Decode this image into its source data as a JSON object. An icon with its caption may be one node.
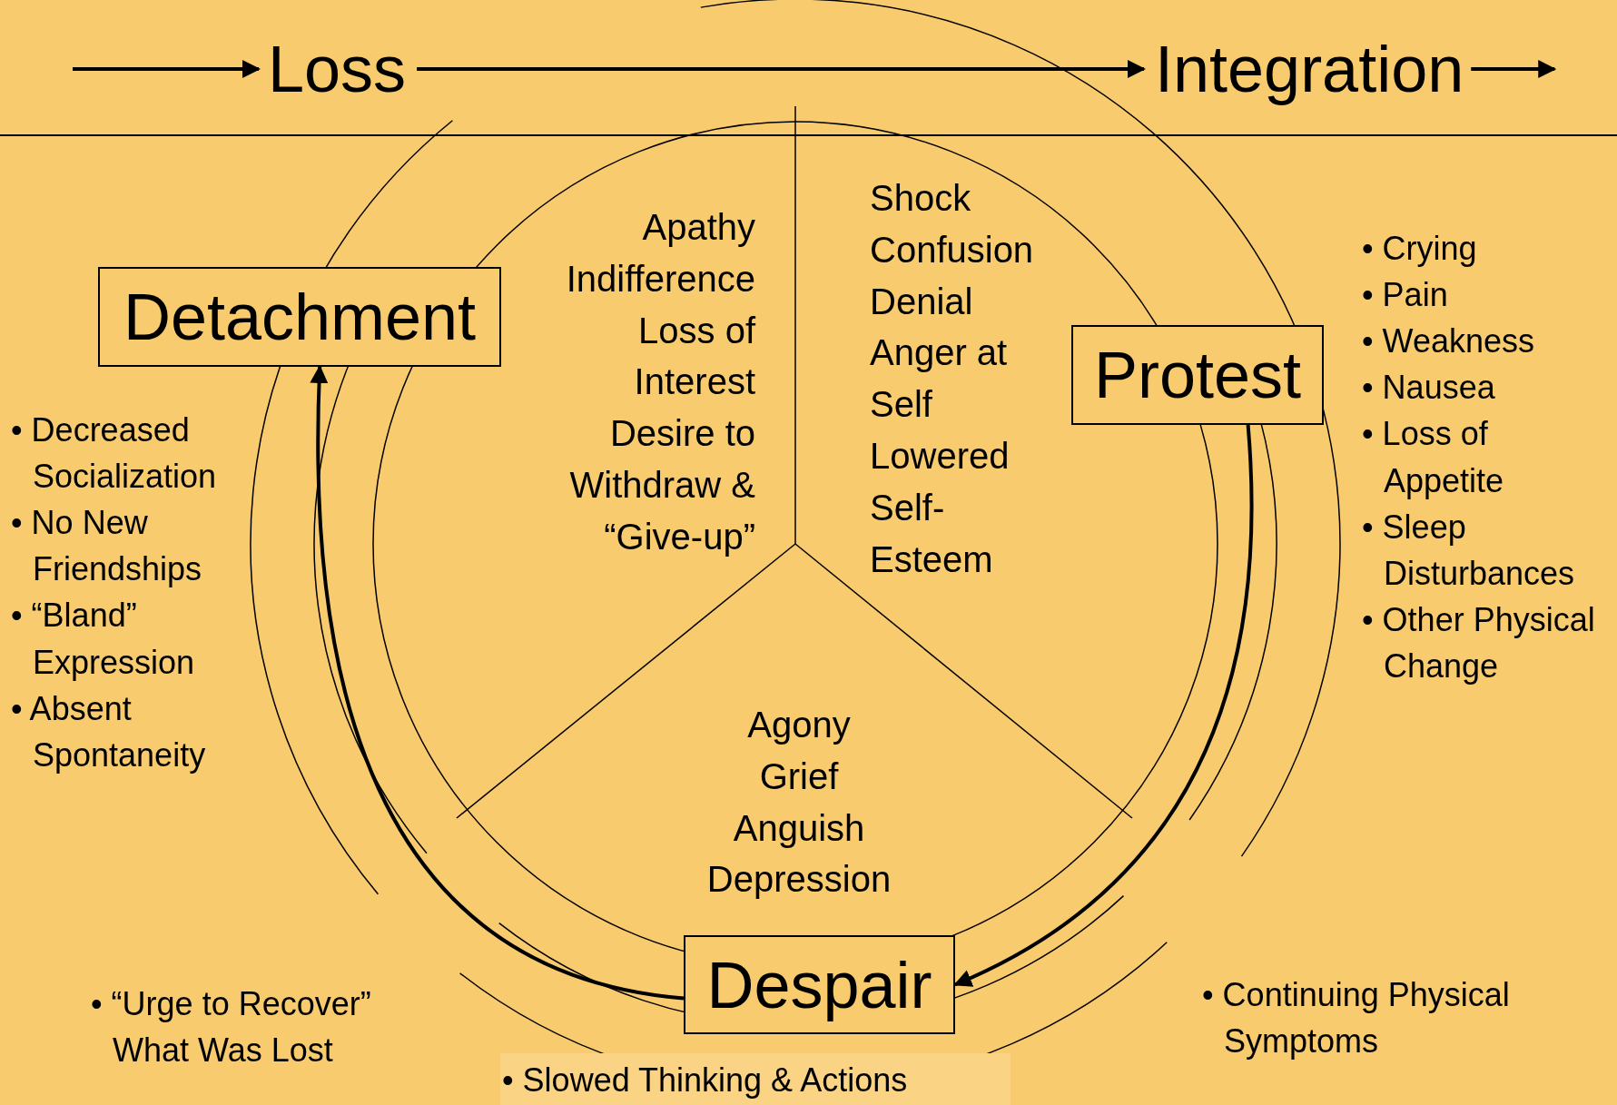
{
  "diagram": {
    "nodes": [
      {
        "text": [
          "Loss"
        ]
      },
      {
        "text": [
          "Integration"
        ]
      },
      {
        "text": [
          "Detachment"
        ]
      },
      {
        "text": [
          "Protest"
        ]
      },
      {
        "text": [
          "Despair"
        ]
      }
    ],
    "edges": [
      {
        "from": null,
        "to": 0,
        "arrow": "to"
      },
      {
        "from": 0,
        "to": 1,
        "arrow": "to"
      },
      {
        "from": 1,
        "to": null,
        "arrow": "to"
      },
      {
        "from": 3,
        "to": 4,
        "arrow": "to"
      },
      {
        "from": 4,
        "to": 2,
        "arrow": "to"
      }
    ],
    "labels": [
      "Apathy",
      "Indifference",
      "Loss of Interest",
      "Desire to Withdraw & “Give-up”",
      "Shock",
      "Confusion",
      "Denial",
      "Anger at Self",
      "Lowered Self-Esteem",
      "Agony",
      "Grief",
      "Anguish",
      "Depression",
      "• Decreased Socialization",
      "• No New Friendships",
      "• “Bland” Expression",
      "• Absent Spontaneity",
      "• Crying",
      "• Pain",
      "• Weakness",
      "• Nausea",
      "• Loss of Appetite",
      "• Sleep Disturbances",
      "• Other Physical Change",
      "• “Urge to Recover” What Was Lost",
      "• Continuing Physical Symptoms",
      "• Slowed Thinking & Actions"
    ]
  }
}
